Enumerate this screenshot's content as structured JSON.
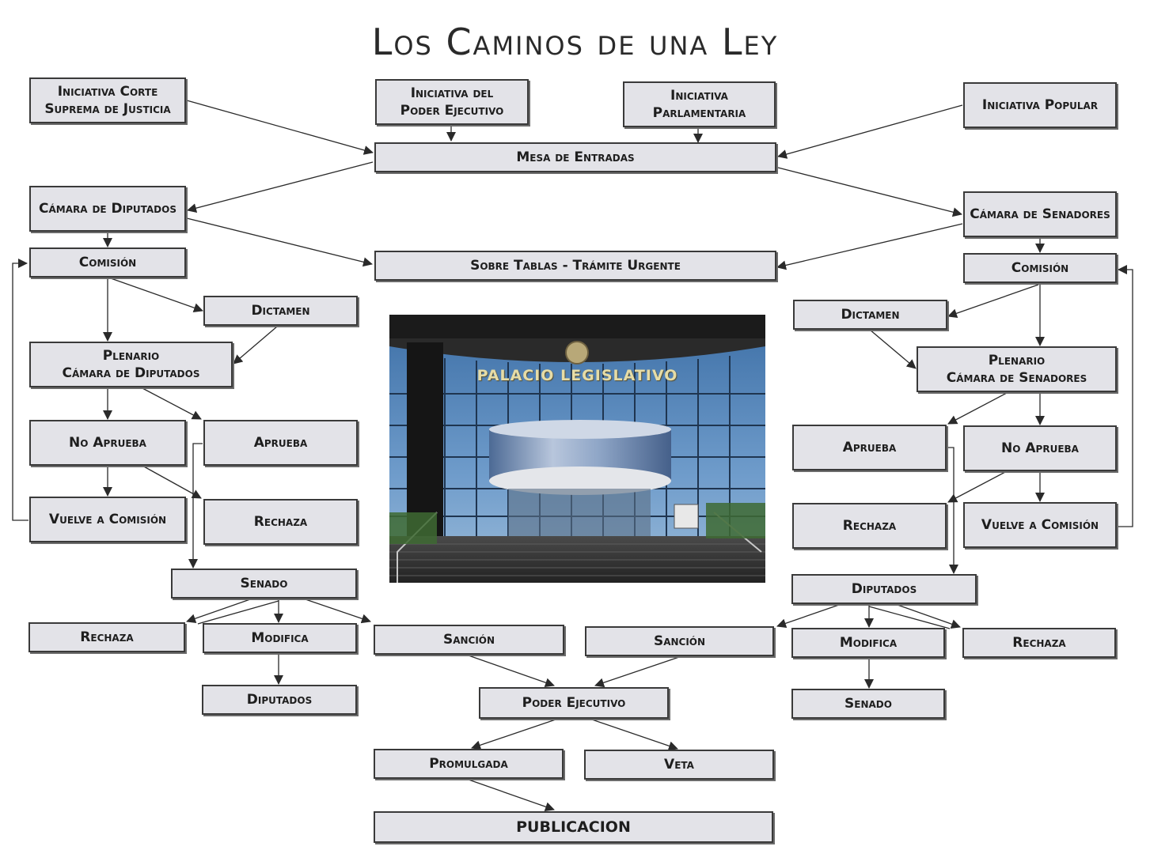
{
  "title": "Los Caminos de una Ley",
  "nodes": {
    "ini_corte": "Iniciativa Corte\nSuprema de Justicia",
    "ini_ejec": "Iniciativa del\nPoder Ejecutivo",
    "ini_parl": "Iniciativa\nParlamentaria",
    "ini_pop": "Iniciativa Popular",
    "mesa": "Mesa de Entradas",
    "cam_dip": "Cámara de Diputados",
    "cam_sen": "Cámara de Senadores",
    "sobre_tablas": "Sobre Tablas - Trámite Urgente",
    "comision_l": "Comisión",
    "comision_r": "Comisión",
    "dictamen_l": "Dictamen",
    "dictamen_r": "Dictamen",
    "plenario_dip": "Plenario\nCámara de Diputados",
    "plenario_sen": "Plenario\nCámara de Senadores",
    "no_aprueba_l": "No Aprueba",
    "aprueba_l": "Aprueba",
    "aprueba_r": "Aprueba",
    "no_aprueba_r": "No Aprueba",
    "vuelve_l": "Vuelve a Comisión",
    "rechaza_l": "Rechaza",
    "rechaza_r": "Rechaza",
    "vuelve_r": "Vuelve a Comisión",
    "senado_l": "Senado",
    "diputados_r": "Diputados",
    "rechaza_l2": "Rechaza",
    "modifica_l": "Modifica",
    "sancion_l": "Sanción",
    "sancion_r": "Sanción",
    "modifica_r": "Modifica",
    "rechaza_r2": "Rechaza",
    "diputados_l2": "Diputados",
    "poder_ejec": "Poder Ejecutivo",
    "senado_r2": "Senado",
    "promulgada": "Promulgada",
    "veta": "Veta",
    "publicacion": "PUBLICACION"
  },
  "photo": {
    "sign": "PALACIO LEGISLATIVO"
  },
  "colors": {
    "box_fill": "#e3e3e8",
    "box_border": "#3a3a3a",
    "line": "#2a2a2a"
  }
}
